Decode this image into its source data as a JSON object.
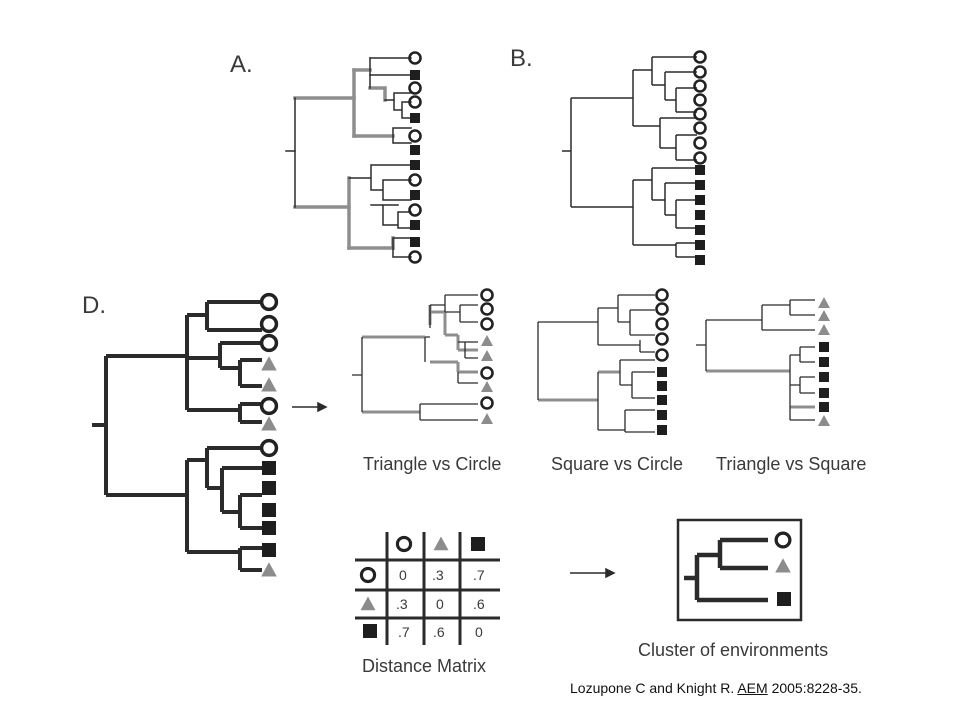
{
  "panels": {
    "a": {
      "label": "A."
    },
    "b": {
      "label": "B."
    },
    "d": {
      "label": "D."
    }
  },
  "subtrees": {
    "triangle_circle": {
      "caption": "Triangle vs Circle"
    },
    "square_circle": {
      "caption": "Square vs Circle"
    },
    "triangle_square": {
      "caption": "Triangle vs Square"
    }
  },
  "matrix": {
    "caption": "Distance Matrix",
    "headers": [
      "circle",
      "triangle",
      "square"
    ],
    "rows": [
      [
        "0",
        ".3",
        ".7"
      ],
      [
        ".3",
        "0",
        ".6"
      ],
      [
        ".7",
        ".6",
        "0"
      ]
    ]
  },
  "cluster": {
    "caption": "Cluster of environments"
  },
  "citation": {
    "prefix": "Lozupone C and Knight R. ",
    "journal": "AEM",
    "suffix": " 2005:8228-35."
  },
  "colors": {
    "branch": "#2b2b2b",
    "shared_branch": "#8e8e8e",
    "triangle": "#8c8c8c",
    "square": "#1e1e1e"
  },
  "icons": [
    "circle-marker-icon",
    "triangle-marker-icon",
    "square-marker-icon",
    "arrow-right-icon"
  ]
}
